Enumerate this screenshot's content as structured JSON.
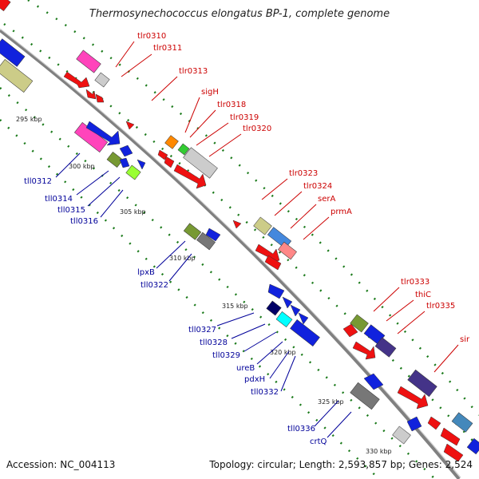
{
  "title": "Thermosynechococcus elongatus BP-1, complete genome",
  "footer": {
    "accession": "Accession: NC_004113",
    "summary": "Topology: circular; Length: 2,593,857 bp; Genes: 2,524"
  },
  "colors": {
    "forward_label": "#cc0000",
    "reverse_label": "#000099",
    "backbone": "#808080",
    "ticks": "#1a7a1a"
  },
  "kbp_marks": [
    "295 kbp",
    "300 kbp",
    "305 kbp",
    "310 kbp",
    "315 kbp",
    "320 kbp",
    "325 kbp",
    "330 kbp"
  ],
  "forward_labels": [
    "tlr0310",
    "tlr0311",
    "tlr0313",
    "sigH",
    "tlr0318",
    "tlr0319",
    "tlr0320",
    "tlr0323",
    "tlr0324",
    "serA",
    "prmA",
    "tlr0333",
    "thiC",
    "tlr0335",
    "sir"
  ],
  "reverse_labels": [
    "tll0312",
    "tll0314",
    "tll0315",
    "tll0316",
    "lpxB",
    "tll0322",
    "tll0327",
    "tll0328",
    "tll0329",
    "ureB",
    "pdxH",
    "tll0332",
    "tll0336",
    "crtQ"
  ]
}
